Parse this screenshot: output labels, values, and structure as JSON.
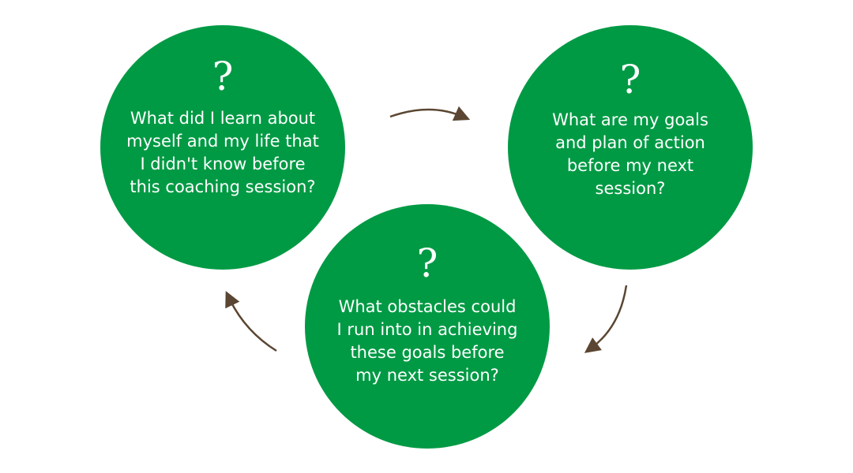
{
  "colors": {
    "circle": "#009a44",
    "arrow": "#5a4632",
    "text": "#ffffff"
  },
  "steps": [
    {
      "icon": "?",
      "text": "What did I learn about\nmyself and my life that\nI didn't know before\nthis coaching session?"
    },
    {
      "icon": "?",
      "text": "What are my goals\nand plan of action\nbefore my next\nsession?"
    },
    {
      "icon": "?",
      "text": "What obstacles could\nI run into in achieving\nthese goals before\nmy next session?"
    }
  ]
}
